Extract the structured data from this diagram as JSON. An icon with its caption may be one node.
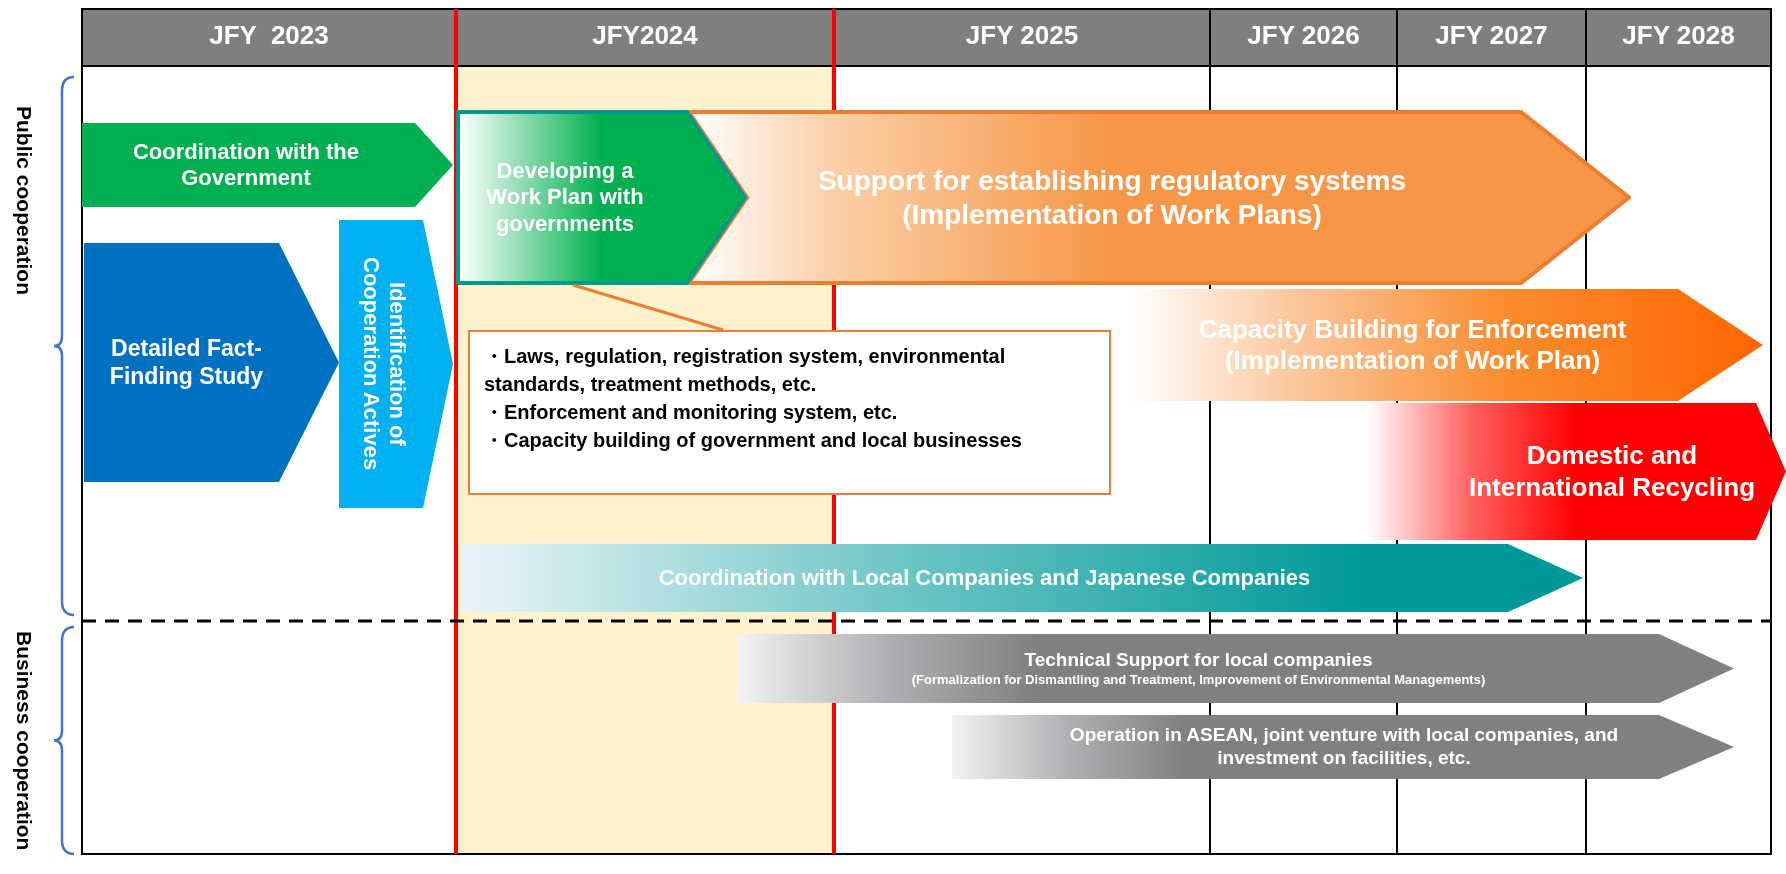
{
  "diagram": {
    "nodes": [
      {
        "text": [
          "Coordination with the Government"
        ]
      },
      {
        "text": [
          "Detailed Fact-Finding Study"
        ]
      },
      {
        "text": [
          "Identification of Cooperation Actives"
        ]
      },
      {
        "text": [
          "Developing a Work Plan with governments"
        ]
      },
      {
        "text": [
          "Support for establishing regulatory systems (Implementation of Work Plans)"
        ]
      },
      {
        "text": [
          "・Laws, regulation, registration system, environmental standards, treatment methods, etc.",
          "・Enforcement and monitoring system, etc.",
          "・Capacity building of government and local businesses"
        ]
      },
      {
        "text": [
          "Capacity Building for Enforcement (Implementation of Work Plan)"
        ]
      },
      {
        "text": [
          "Domestic and International Recycling"
        ]
      },
      {
        "text": [
          "Coordination with Local Companies and Japanese Companies"
        ]
      },
      {
        "text": [
          "Technical Support for local companies",
          "(Formalization for Dismantling and Treatment, Improvement of Environmental Managements)"
        ]
      },
      {
        "text": [
          "Operation in ASEAN, joint venture with local companies, and investment on facilities, etc."
        ]
      }
    ],
    "edges": [
      {
        "from": 5,
        "to": 3,
        "arrow": "none"
      }
    ],
    "labels": [
      "JFY  2023",
      "JFY2024",
      "JFY 2025",
      "JFY 2026",
      "JFY 2027",
      "JFY 2028",
      "Public cooperation",
      "Business cooperation"
    ]
  }
}
